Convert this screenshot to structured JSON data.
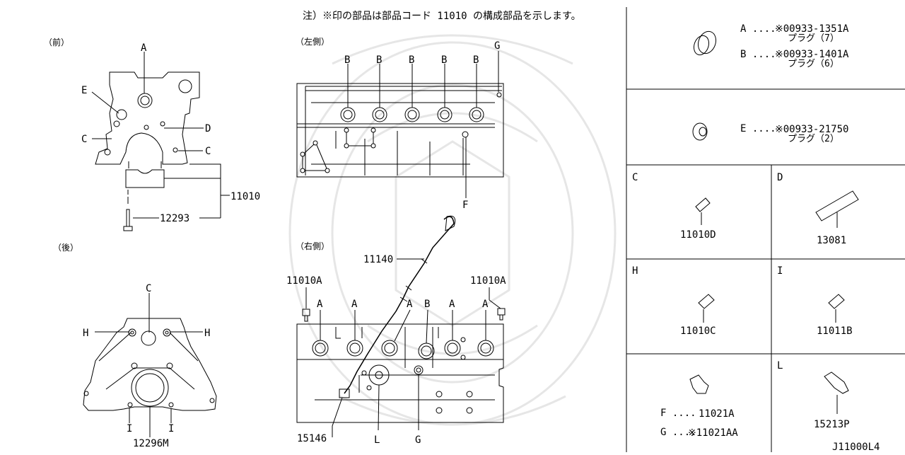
{
  "note": "注）※印の部品は部品コード 11010 の構成部品を示します。",
  "views": {
    "front": "（前）",
    "rear": "（後）",
    "left": "（左側）",
    "right": "（右側）"
  },
  "front_labels": {
    "A": "A",
    "E": "E",
    "C1": "C",
    "D": "D",
    "C2": "C",
    "part_11010": "11010",
    "part_12293": "12293"
  },
  "rear_labels": {
    "C": "C",
    "H1": "H",
    "H2": "H",
    "I1": "I",
    "I2": "I",
    "part_12296M": "12296M"
  },
  "left_labels": {
    "B1": "B",
    "B2": "B",
    "B3": "B",
    "B4": "B",
    "B5": "B",
    "G": "G",
    "F": "F"
  },
  "right_labels": {
    "part_11140": "11140",
    "part_11010A_1": "11010A",
    "part_11010A_2": "11010A",
    "A1": "A",
    "A2": "A",
    "A3": "A",
    "B": "B",
    "A4": "A",
    "A5": "A",
    "part_15146": "15146",
    "L": "L",
    "G": "G"
  },
  "parts_table": {
    "row1": [
      {
        "key": "A ....",
        "code": "※00933-1351A",
        "desc": "プラグ（7）"
      },
      {
        "key": "B ....",
        "code": "※00933-1401A",
        "desc": "プラグ（6）"
      }
    ],
    "row2": {
      "key": "E ....",
      "code": "※00933-21750",
      "desc": "プラグ（2）"
    },
    "cells": [
      {
        "letter": "C",
        "part": "11010D"
      },
      {
        "letter": "D",
        "part": "13081"
      },
      {
        "letter": "H",
        "part": "11010C"
      },
      {
        "letter": "I",
        "part": "11011B"
      }
    ],
    "bottom_left": [
      {
        "key": "F ....",
        "part": "11021A"
      },
      {
        "key": "G ....",
        "part": "※11021AA"
      }
    ],
    "bottom_right": {
      "letter": "L",
      "part": "15213P"
    }
  },
  "diagram_id": "J11000L4"
}
